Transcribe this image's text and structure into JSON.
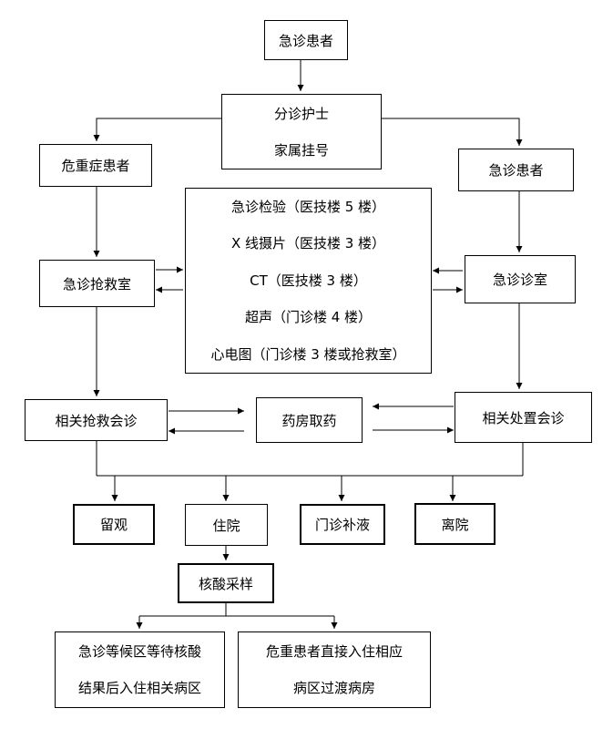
{
  "nodes": {
    "patient_top": "急诊患者",
    "triage": [
      "分诊护士",
      "家属挂号"
    ],
    "critical": "危重症患者",
    "patient_right": "急诊患者",
    "rescue_room": "急诊抢救室",
    "exam": [
      "急诊检验（医技楼 5 楼）",
      "X 线摄片（医技楼 3 楼）",
      "CT（医技楼 3 楼）",
      "超声（门诊楼 4 楼）",
      "心电图（门诊楼 3 楼或抢救室）"
    ],
    "clinic_room": "急诊诊室",
    "rescue_consult": "相关抢救会诊",
    "pharmacy": "药房取药",
    "treat_consult": "相关处置会诊",
    "observe": "留观",
    "admit": "住院",
    "iv": "门诊补液",
    "discharge": "离院",
    "nucleic": "核酸采样",
    "wait": [
      "急诊等候区等待核酸",
      "结果后入住相关病区"
    ],
    "direct": [
      "危重患者直接入住相应",
      "病区过渡病房"
    ]
  }
}
